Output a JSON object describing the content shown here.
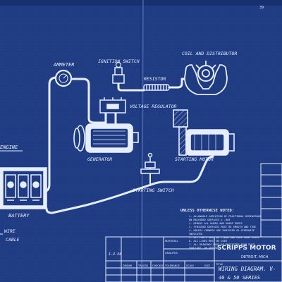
{
  "colors": {
    "paper": "#1f3b82",
    "paper_dark": "#152c66",
    "line": "#e6edff",
    "seam": "#4e6bb5"
  },
  "sheet_number": "39",
  "labels": {
    "ammeter": "AMMETER",
    "ignition_switch": "IGNITION SWITCH",
    "coil_and_distributor": "COIL AND DISTRIBUTOR",
    "resistor": "RESISTOR",
    "voltage_regulator": "VOLTAGE REGULATOR",
    "engine": "ENGINE",
    "generator": "GENERATOR",
    "starting_motor": "STARTING MOTOR",
    "starting_switch": "STARTING SWITCH",
    "battery": "BATTERY",
    "wire": "WIRE",
    "cable": "CABLE"
  },
  "notes": {
    "title": "UNLESS OTHERWISE NOTED:",
    "items": [
      "1. ALLOWABLE VARIATION OF FRACTIONAL DIMENSIONS",
      "   ON MACHINED SURFACES ± .005",
      "2. REMOVE ALL BURRS AND SHARP EDGES",
      "3. FINISHED SURFACES MUST BE SMOOTH AND TRUE",
      "4. UNLESS CORNERS ARE RADIUSED AS OTHERWISE",
      "   INDICATED",
      "5. ALL PARTS MUST BE CLEAN AND FREE FROM SCALE",
      "6. ALL LINES MUST BE USED",
      "7. ALL DRAWINGS MUST BE PROTECTED FROM DUST,",
      "   SUNLIGHT, OR GREASE"
    ]
  },
  "title_block": {
    "company": "SCRIPPS MOTOR",
    "location": "DETROIT, MICH",
    "drawing_title": "WIRING DIAGRAM. V-",
    "series": "40 & 50 SERIES",
    "field_material": "MATERIAL",
    "field_analysis": "ANALYSIS",
    "field_title": "TITLE",
    "field_drawn": "DRAWN",
    "field_traced": "TRACED",
    "field_checked": "CHECKED",
    "field_tolerance": "TOLERANCE",
    "field_scale": "SCALE",
    "field_size": "SIZE",
    "date": "1-4-34"
  }
}
